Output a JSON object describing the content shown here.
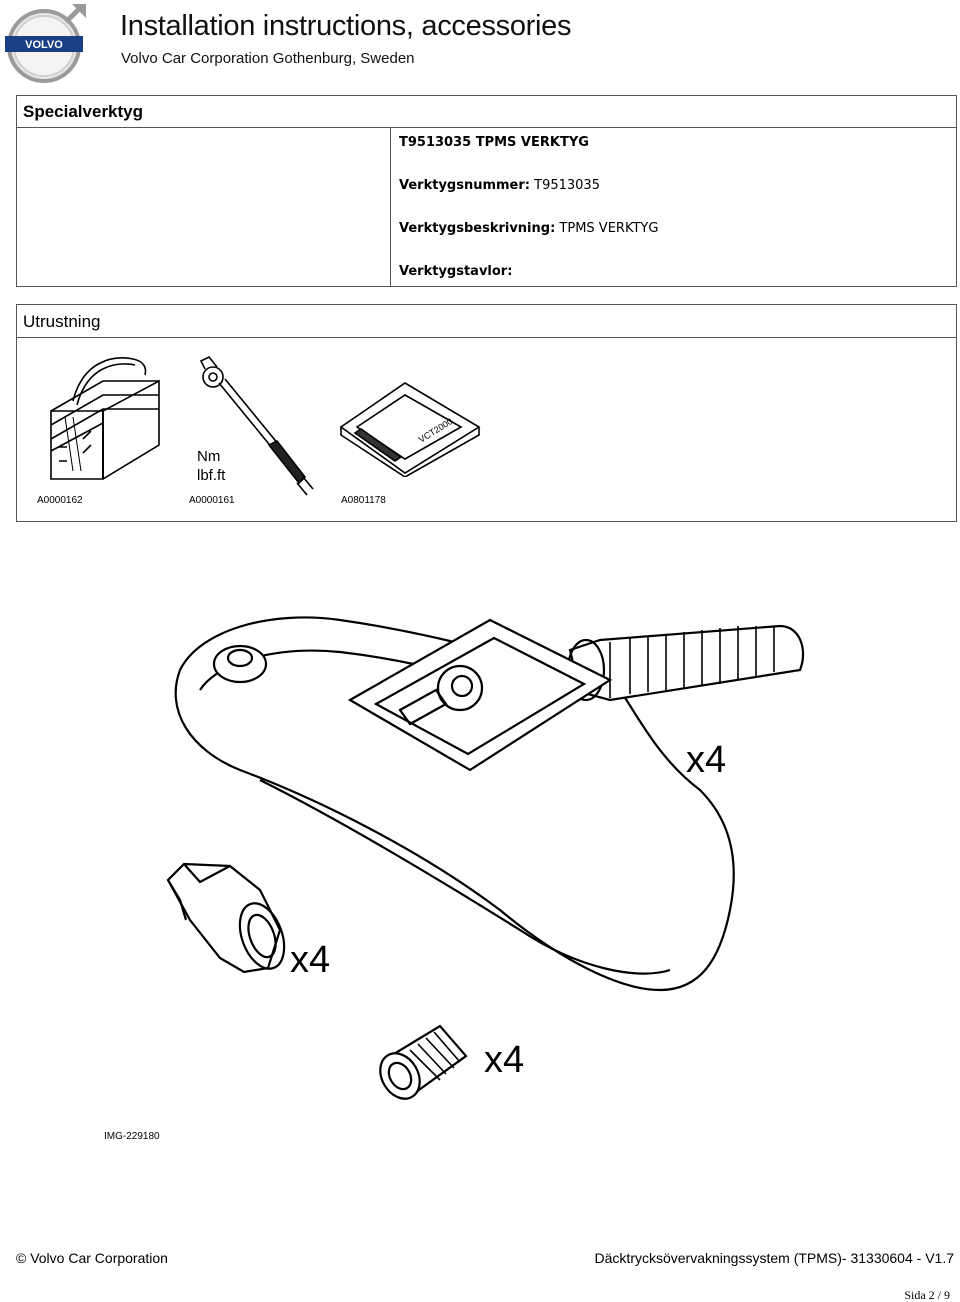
{
  "header": {
    "logo_text": "VOLVO",
    "title": "Installation instructions, accessories",
    "subtitle": "Volvo Car Corporation Gothenburg, Sweden"
  },
  "special_tools": {
    "heading": "Specialverktyg",
    "tool_title": "T9513035 TPMS VERKTYG",
    "number_label": "Verktygsnummer:",
    "number_value": "T9513035",
    "description_label": "Verktygsbeskrivning:",
    "description_value": "TPMS VERKTYG",
    "boards_label": "Verktygstavlor:"
  },
  "equipment": {
    "heading": "Utrustning",
    "items": [
      {
        "caption": "A0000162",
        "icon": "toolbox-icon"
      },
      {
        "caption": "A0000161",
        "icon": "torque-wrench-icon",
        "text_line1": "Nm",
        "text_line2": "lbf.ft"
      },
      {
        "caption": "A0801178",
        "icon": "vida-device-icon",
        "device_label": "VCT2000"
      }
    ]
  },
  "figure": {
    "caption": "IMG-229180",
    "qty_sensor": "x4",
    "qty_nut": "x4",
    "qty_cap": "x4"
  },
  "footer": {
    "copyright": "© Volvo Car Corporation",
    "document": "Däcktrycksövervakningssystem (TPMS)- 31330604 - V1.7",
    "page": "Sida 2 / 9"
  }
}
